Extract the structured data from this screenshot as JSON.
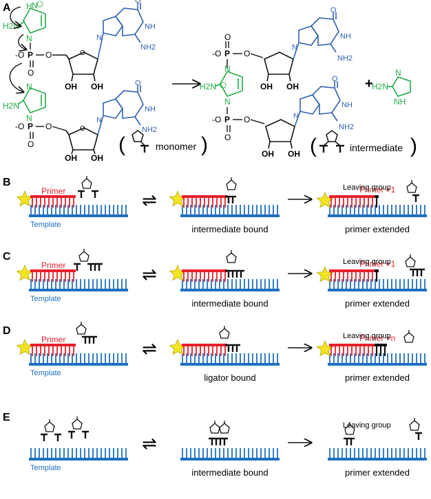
{
  "panels": {
    "A": {
      "letter": "A",
      "atoms": {
        "H": "H",
        "N": "N",
        "NH": "NH",
        "H2N": "H2N",
        "NH2": "NH2",
        "P": "P",
        "O": "O",
        "Ominus": "-O",
        "OH": "OH",
        "plus": "+",
        "ringplus": "+"
      },
      "monomer_label": "monomer",
      "intermediate_label": "intermediate",
      "plus_sign": "+"
    },
    "B": {
      "letter": "B",
      "primer": "Primer",
      "template": "Template",
      "leaving": "Leaving group",
      "primer_ext": "Primer +1",
      "mid": "intermediate bound",
      "right": "primer extended"
    },
    "C": {
      "letter": "C",
      "primer": "Primer",
      "template": "Template",
      "leaving": "Leaving group",
      "primer_ext": "Primer +1",
      "mid": "intermediate bound",
      "right": "primer extended"
    },
    "D": {
      "letter": "D",
      "primer": "Primer",
      "template": "Template",
      "leaving": "Leaving group",
      "primer_ext": "Primer +n",
      "mid": "ligator bound",
      "right": "primer extended"
    },
    "E": {
      "letter": "E",
      "template": "Template",
      "leaving": "Leaving group",
      "mid": "intermediate bound",
      "right": "primer extended"
    }
  },
  "colors": {
    "primer": "#e8202a",
    "template": "#1f6fbf",
    "green": "#22aa44",
    "blue": "#3060b0",
    "star": "#f2e423",
    "black": "#111111"
  },
  "symbols": {
    "equilibrium": "⇌",
    "arrow": "⟶"
  }
}
